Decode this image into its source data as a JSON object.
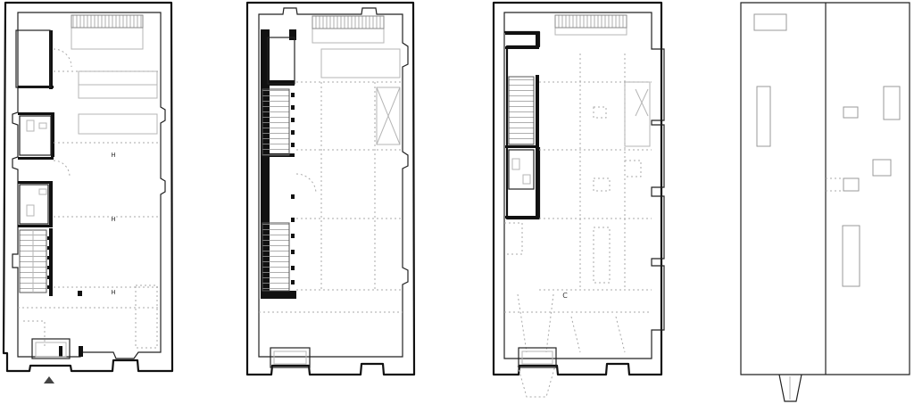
{
  "drawing": {
    "kind": "architectural floor plans",
    "plans": [
      "ground-floor-plan",
      "first-floor-plan",
      "second-floor-plan",
      "roof-plan"
    ],
    "colors": {
      "wall": "#111111",
      "hidden_line": "#a8a8a8",
      "background": "#ffffff"
    }
  }
}
